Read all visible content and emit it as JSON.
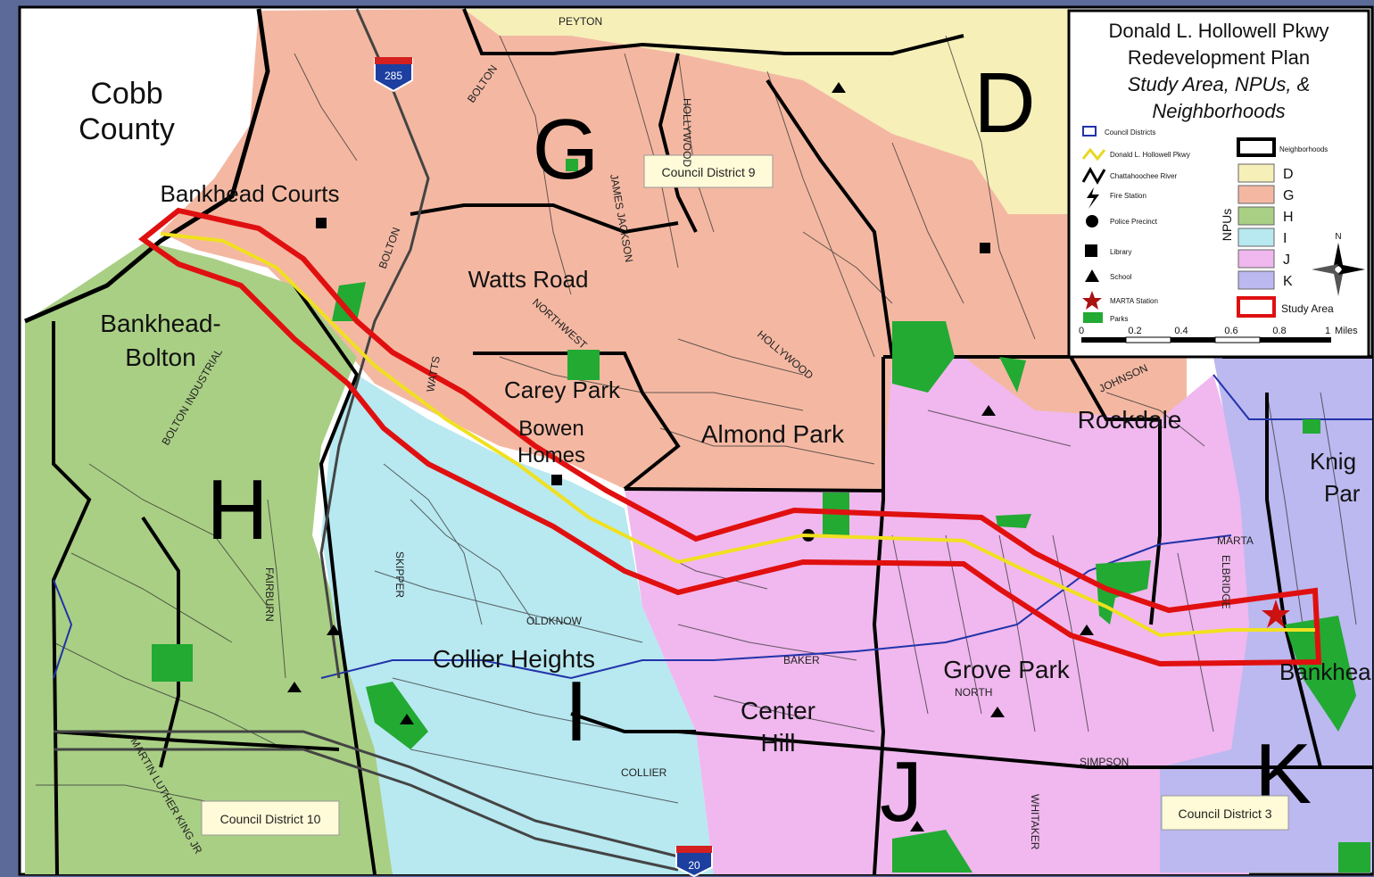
{
  "legend": {
    "title_line1": "Donald L. Hollowell Pkwy",
    "title_line2": "Redevelopment Plan",
    "subtitle_line1": "Study Area, NPUs, &",
    "subtitle_line2": "Neighborhoods",
    "symbols": [
      {
        "label": "Council Districts"
      },
      {
        "label": "Donald L. Hollowell Pkwy"
      },
      {
        "label": "Chattahoochee River"
      },
      {
        "label": "Fire Station"
      },
      {
        "label": "Police Precinct"
      },
      {
        "label": "Library"
      },
      {
        "label": "School"
      },
      {
        "label": "MARTA Station"
      },
      {
        "label": "Parks"
      }
    ],
    "neighborhoods_label": "Neighborhoods",
    "npus_label": "NPUs",
    "npu_classes": [
      {
        "code": "D",
        "color": "#f6efb8"
      },
      {
        "code": "G",
        "color": "#f4b8a2"
      },
      {
        "code": "H",
        "color": "#a9cf84"
      },
      {
        "code": "I",
        "color": "#b8e8f0"
      },
      {
        "code": "J",
        "color": "#f0b8ee"
      },
      {
        "code": "K",
        "color": "#bcb8f0"
      }
    ],
    "study_area_label": "Study Area",
    "north_label": "N",
    "scale_ticks": [
      "0",
      "0.2",
      "0.4",
      "0.6",
      "0.8",
      "1"
    ],
    "scale_unit": "Miles"
  },
  "places": {
    "cobb_line1": "Cobb",
    "cobb_line2": "County",
    "bankhead_courts": "Bankhead Courts",
    "watts_road": "Watts Road",
    "bankhead_bolton_line1": "Bankhead-",
    "bankhead_bolton_line2": "Bolton",
    "carey_park": "Carey Park",
    "bowen_line1": "Bowen",
    "bowen_line2": "Homes",
    "almond_park": "Almond Park",
    "rockdale": "Rockdale",
    "knight_line1": "Knig",
    "knight_line2": "Par",
    "collier_heights": "Collier Heights",
    "center_line1": "Center",
    "center_line2": "Hill",
    "grove_park": "Grove Park",
    "bankhead": "Bankhea"
  },
  "npu_letters": {
    "g": "G",
    "d": "D",
    "h": "H",
    "i": "I",
    "j": "J",
    "k": "K"
  },
  "council": {
    "d9": "Council District 9",
    "d10": "Council District 10",
    "d3": "Council District 3"
  },
  "streets": {
    "peyton": "PEYTON",
    "bolton": "BOLTON",
    "bolton2": "BOLTON",
    "james_jackson": "JAMES JACKSON",
    "hollywood": "HOLLYWOOD",
    "northwest": "NORTHWEST",
    "hollywood2": "HOLLYWOOD",
    "johnson": "JOHNSON",
    "watts": "WATTS",
    "skipper": "SKIPPER",
    "oldknow": "OLDKNOW",
    "fairburn": "FAIRBURN",
    "collier": "COLLIER",
    "north": "NORTH",
    "simpson": "SIMPSON",
    "baker": "BAKER",
    "elbridge": "ELBRIDGE",
    "marta": "MARTA",
    "martin": "MARTIN LUTHER KING JR",
    "bolton_industrial": "BOLTON INDUSTRIAL",
    "whitaker": "WHITAKER",
    "i285": "285",
    "i20": "20"
  }
}
